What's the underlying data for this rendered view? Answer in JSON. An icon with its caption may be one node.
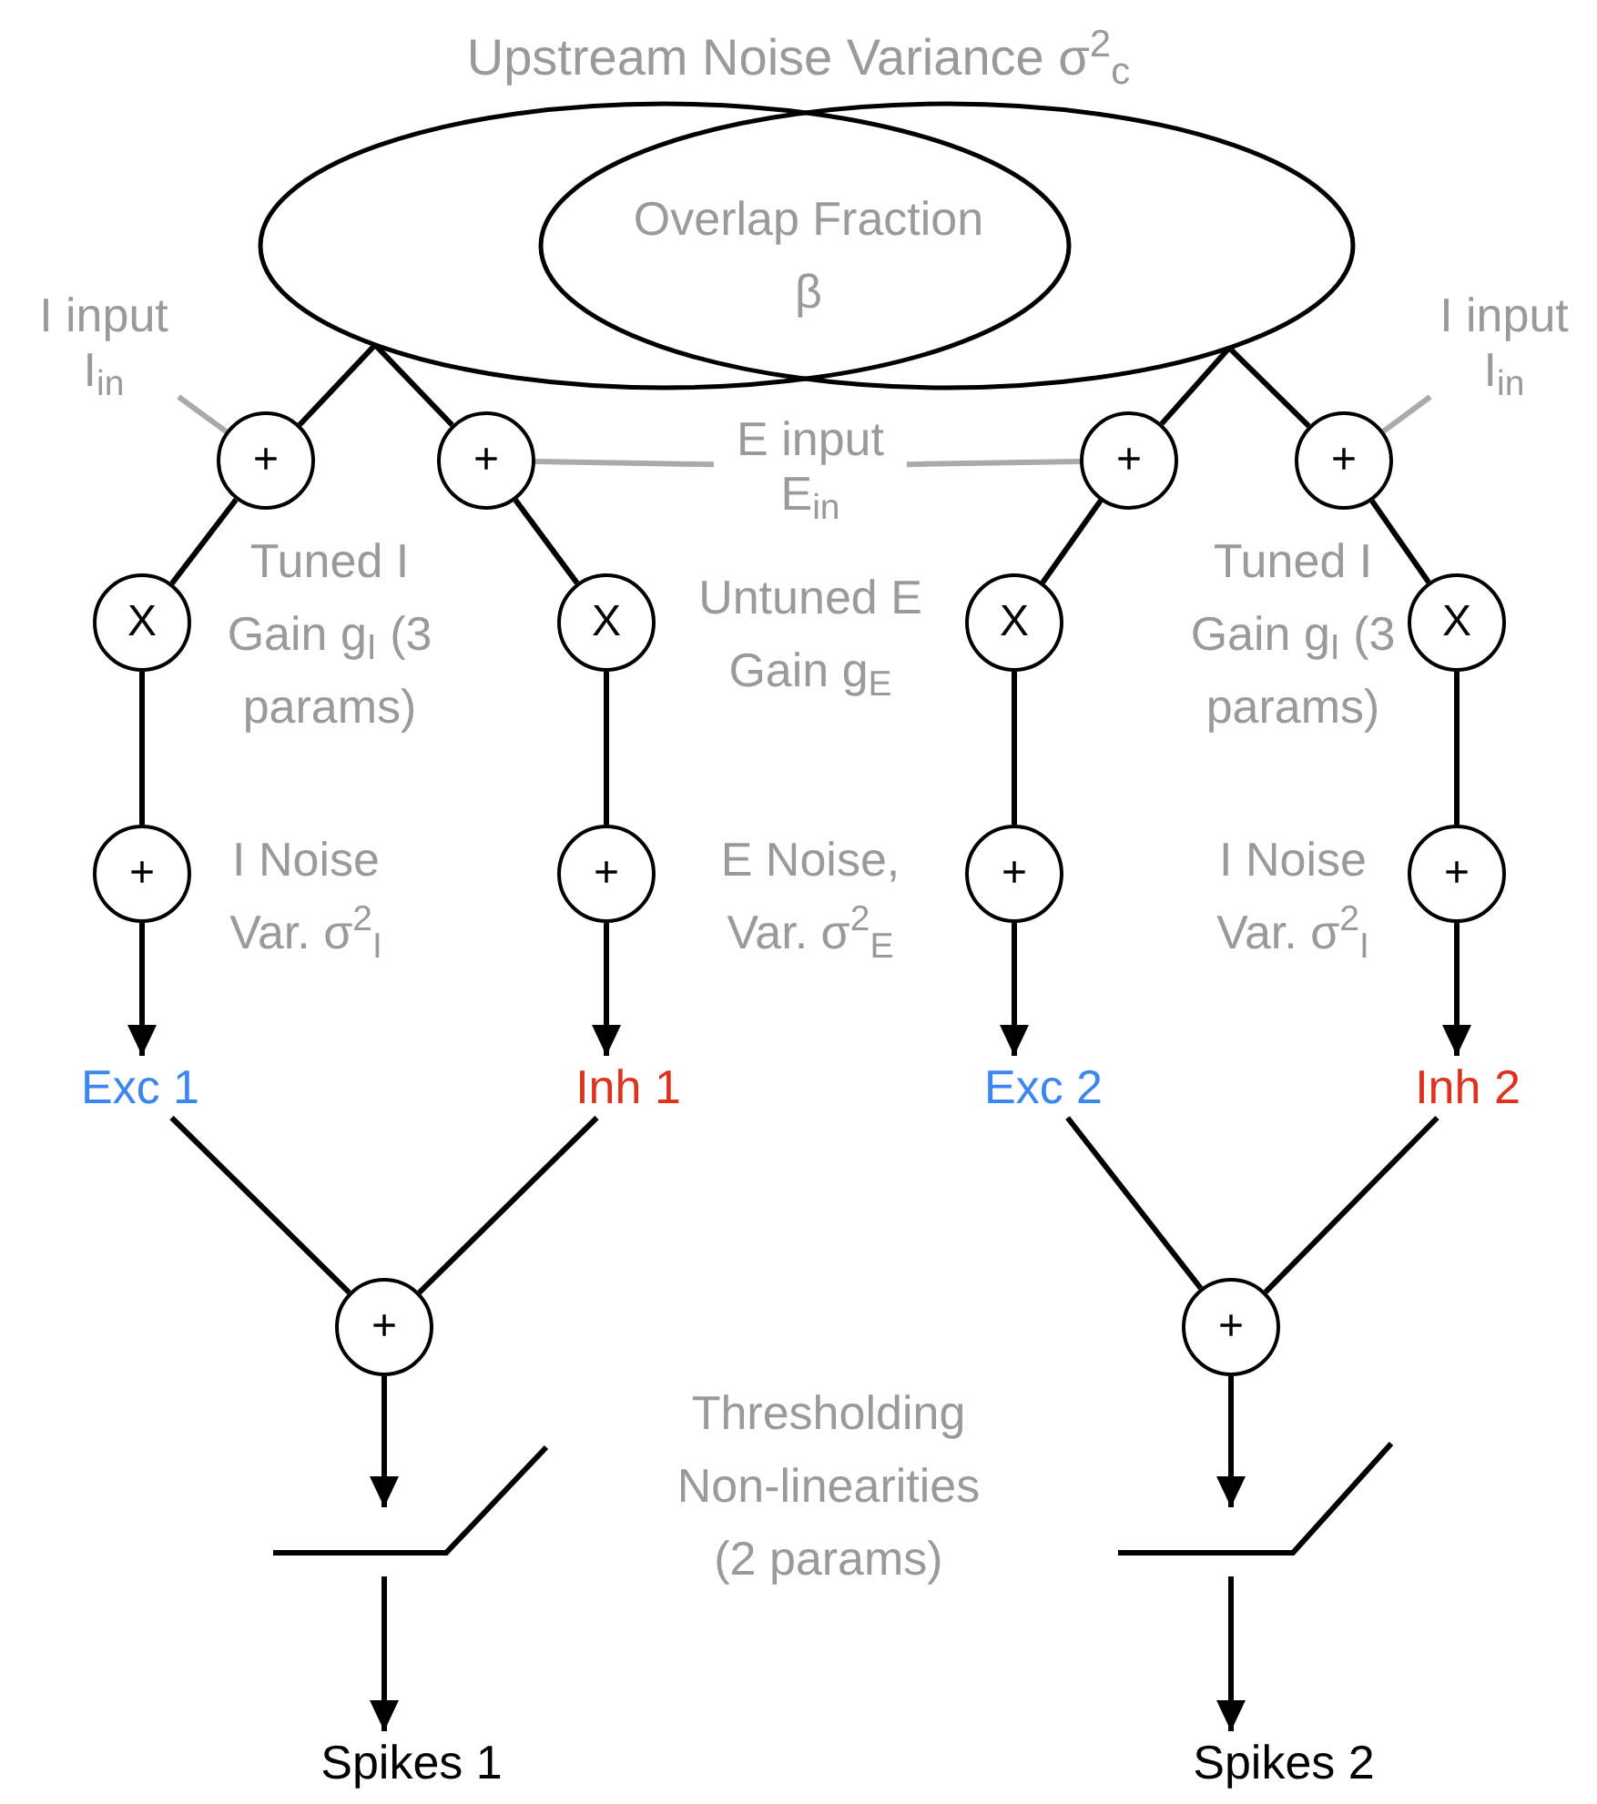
{
  "diagram": {
    "title": "Upstream Noise Variance σ$^{2}$$_{c}$",
    "nodes": [
      {
        "text": [],
        "shape": "ellipse"
      },
      {
        "text": [],
        "shape": "ellipse"
      },
      {
        "text": [
          "I input",
          "I$_{in}$"
        ]
      },
      {
        "text": [
          "E input",
          "E$_{in}$"
        ]
      },
      {
        "text": [
          "I input",
          "I$_{in}$"
        ]
      },
      {
        "text": [
          "+"
        ]
      },
      {
        "text": [
          "+"
        ]
      },
      {
        "text": [
          "+"
        ]
      },
      {
        "text": [
          "+"
        ]
      },
      {
        "text": [
          "X"
        ]
      },
      {
        "text": [
          "X"
        ]
      },
      {
        "text": [
          "X"
        ]
      },
      {
        "text": [
          "X"
        ]
      },
      {
        "text": [
          "+"
        ]
      },
      {
        "text": [
          "+"
        ]
      },
      {
        "text": [
          "+"
        ]
      },
      {
        "text": [
          "+"
        ]
      },
      {
        "text": [
          "Exc 1"
        ]
      },
      {
        "text": [
          "Inh 1"
        ]
      },
      {
        "text": [
          "Exc 2"
        ]
      },
      {
        "text": [
          "Inh 2"
        ]
      },
      {
        "text": [
          "+"
        ]
      },
      {
        "text": [
          "+"
        ]
      },
      {
        "text": [],
        "shape": "ramp"
      },
      {
        "text": [],
        "shape": "ramp"
      },
      {
        "text": [
          "Spikes 1"
        ]
      },
      {
        "text": [
          "Spikes 2"
        ]
      }
    ],
    "edges": [
      {
        "from": 0,
        "to": 5,
        "arrow": "none"
      },
      {
        "from": 0,
        "to": 6,
        "arrow": "none"
      },
      {
        "from": 1,
        "to": 7,
        "arrow": "none"
      },
      {
        "from": 1,
        "to": 8,
        "arrow": "none"
      },
      {
        "from": 2,
        "to": 5,
        "arrow": "none",
        "color": "#aaaaaa"
      },
      {
        "from": 3,
        "to": 6,
        "arrow": "none",
        "color": "#aaaaaa"
      },
      {
        "from": 3,
        "to": 7,
        "arrow": "none",
        "color": "#aaaaaa"
      },
      {
        "from": 4,
        "to": 8,
        "arrow": "none",
        "color": "#aaaaaa"
      },
      {
        "from": 5,
        "to": 9,
        "arrow": "none"
      },
      {
        "from": 6,
        "to": 10,
        "arrow": "none"
      },
      {
        "from": 7,
        "to": 11,
        "arrow": "none"
      },
      {
        "from": 8,
        "to": 12,
        "arrow": "none"
      },
      {
        "from": 9,
        "to": 13,
        "arrow": "none"
      },
      {
        "from": 10,
        "to": 14,
        "arrow": "none"
      },
      {
        "from": 11,
        "to": 15,
        "arrow": "none"
      },
      {
        "from": 12,
        "to": 16,
        "arrow": "none"
      },
      {
        "from": 13,
        "to": 17,
        "arrow": "to"
      },
      {
        "from": 14,
        "to": 18,
        "arrow": "to"
      },
      {
        "from": 15,
        "to": 19,
        "arrow": "to"
      },
      {
        "from": 16,
        "to": 20,
        "arrow": "to"
      },
      {
        "from": 17,
        "to": 21,
        "arrow": "none"
      },
      {
        "from": 18,
        "to": 21,
        "arrow": "none"
      },
      {
        "from": 19,
        "to": 22,
        "arrow": "none"
      },
      {
        "from": 20,
        "to": 22,
        "arrow": "none"
      },
      {
        "from": 21,
        "to": 23,
        "arrow": "to"
      },
      {
        "from": 22,
        "to": 24,
        "arrow": "to"
      },
      {
        "from": 23,
        "to": 25,
        "arrow": "to"
      },
      {
        "from": 24,
        "to": 26,
        "arrow": "to"
      }
    ],
    "labels": [
      "Overlap Fraction β",
      "Tuned I Gain g$_{I}$ (3 params)",
      "Untuned E Gain g$_{E}$",
      "Tuned I Gain g$_{I}$ (3 params)",
      "I Noise Var. σ$^{2}$$_{I}$",
      "E Noise, Var. σ$^{2}$$_{E}$",
      "I Noise Var. σ$^{2}$$_{I}$",
      "Thresholding Non-linearities (2 params)"
    ]
  }
}
